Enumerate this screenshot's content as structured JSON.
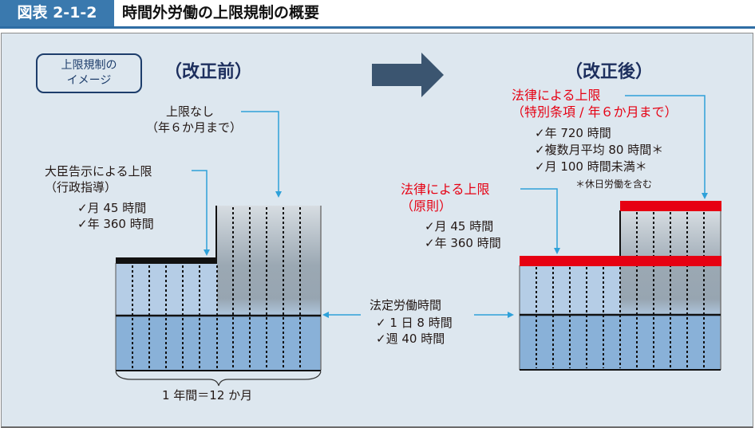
{
  "header": {
    "figure_label": "図表 2-1-2",
    "title": "時間外労働の上限規制の概要"
  },
  "image_tag": {
    "line1": "上限規制の",
    "line2": "イメージ"
  },
  "before": {
    "heading": "（改正前）",
    "no_limit": {
      "line1": "上限なし",
      "line2": "（年６か月まで）"
    },
    "ministerial_limit": {
      "line1": "大臣告示による上限",
      "line2": "（行政指導）",
      "items": [
        "✓月 45 時間",
        "✓年 360 時間"
      ]
    },
    "year_label": "1 年間＝12 か月"
  },
  "statutory_hours": {
    "title": "法定労働時間",
    "items": [
      "✓ 1 日 8 時間",
      "✓週 40 時間"
    ]
  },
  "after": {
    "heading": "（改正後）",
    "special_limit": {
      "line1": "法律による上限",
      "line2": "（特別条項 / 年６か月まで）",
      "items": [
        "✓年 720 時間",
        "✓複数月平均 80 時間＊",
        "✓月 100 時間未満＊"
      ],
      "note": "＊休日労働を含む"
    },
    "principle_limit": {
      "line1": "法律による上限",
      "line2": "（原則）",
      "items": [
        "✓月 45 時間",
        "✓年 360 時間"
      ]
    }
  },
  "diagram": {
    "months": 12,
    "months_with_limit_only": 6,
    "colors": {
      "accent_blue": "#2ea1d9",
      "limit_red": "#e60012",
      "arrow_dark": "#3b5570",
      "statutory_fill": "#89b1d8",
      "overtime_fill": "#b5cde6",
      "nolimit_fill": "#9aa7b2"
    }
  }
}
